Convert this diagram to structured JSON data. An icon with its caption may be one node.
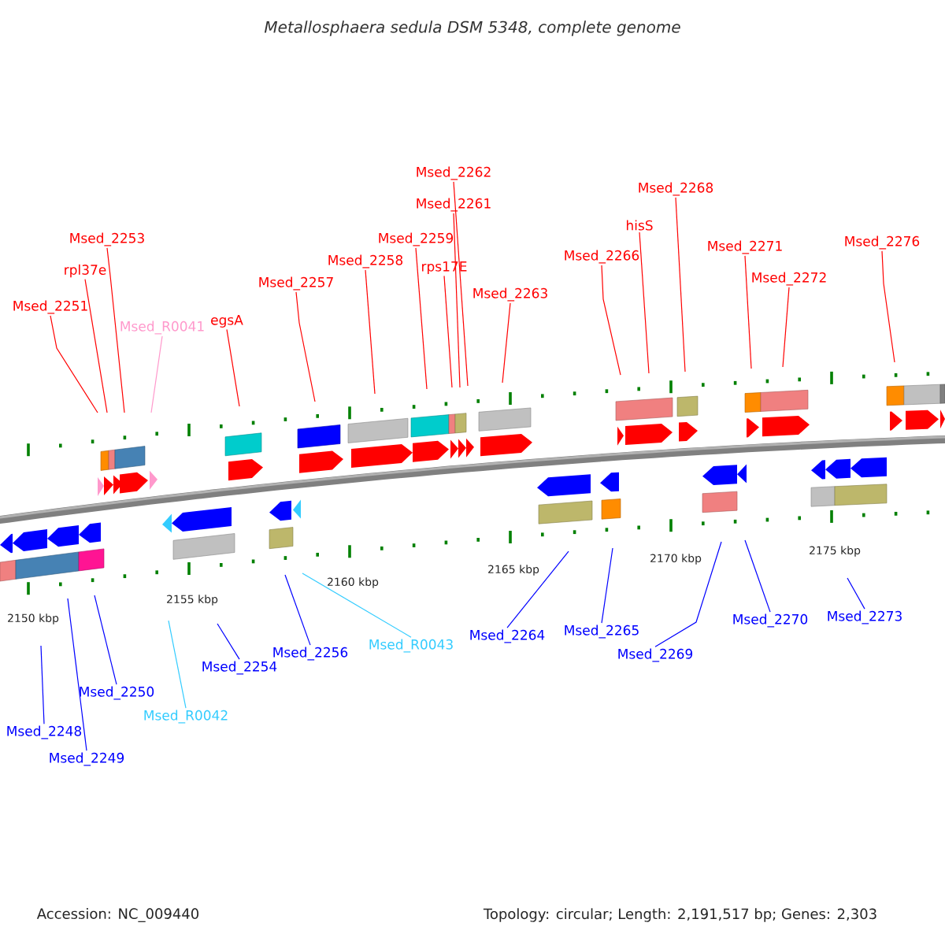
{
  "diagram": {
    "title": "Metallosphaera sedula DSM 5348, complete genome",
    "nodes": [
      {
        "text": [
          "Msed_2251"
        ]
      },
      {
        "text": [
          "rpl37e"
        ]
      },
      {
        "text": [
          "Msed_2253"
        ]
      },
      {
        "text": [
          "Msed_R0041"
        ]
      },
      {
        "text": [
          "egsA"
        ]
      },
      {
        "text": [
          "Msed_2257"
        ]
      },
      {
        "text": [
          "Msed_2258"
        ]
      },
      {
        "text": [
          "Msed_2259"
        ]
      },
      {
        "text": [
          "rps17E"
        ]
      },
      {
        "text": [
          "Msed_2261"
        ]
      },
      {
        "text": [
          "Msed_2262"
        ]
      },
      {
        "text": [
          "Msed_2263"
        ]
      },
      {
        "text": [
          "Msed_2266"
        ]
      },
      {
        "text": [
          "hisS"
        ]
      },
      {
        "text": [
          "Msed_2268"
        ]
      },
      {
        "text": [
          "Msed_2271"
        ]
      },
      {
        "text": [
          "Msed_2272"
        ]
      },
      {
        "text": [
          "Msed_2276"
        ]
      },
      {
        "text": [
          "Msed_2248"
        ]
      },
      {
        "text": [
          "Msed_2249"
        ]
      },
      {
        "text": [
          "Msed_2250"
        ]
      },
      {
        "text": [
          "Msed_R0042"
        ]
      },
      {
        "text": [
          "Msed_2254"
        ]
      },
      {
        "text": [
          "Msed_2256"
        ]
      },
      {
        "text": [
          "Msed_R0043"
        ]
      },
      {
        "text": [
          "Msed_2264"
        ]
      },
      {
        "text": [
          "Msed_2265"
        ]
      },
      {
        "text": [
          "Msed_2269"
        ]
      },
      {
        "text": [
          "Msed_2270"
        ]
      },
      {
        "text": [
          "Msed_2273"
        ]
      }
    ],
    "edges": [
      {
        "from": 0,
        "to": null,
        "arrow": "none"
      },
      {
        "from": 1,
        "to": null,
        "arrow": "none"
      },
      {
        "from": 2,
        "to": null,
        "arrow": "none"
      },
      {
        "from": 3,
        "to": null,
        "arrow": "none",
        "color": "#ff99cc"
      },
      {
        "from": 4,
        "to": null,
        "arrow": "none"
      },
      {
        "from": 5,
        "to": null,
        "arrow": "none"
      },
      {
        "from": 6,
        "to": null,
        "arrow": "none"
      },
      {
        "from": 7,
        "to": null,
        "arrow": "none"
      },
      {
        "from": 8,
        "to": null,
        "arrow": "none"
      },
      {
        "from": 9,
        "to": null,
        "arrow": "none"
      },
      {
        "from": 10,
        "to": null,
        "arrow": "none"
      },
      {
        "from": 11,
        "to": null,
        "arrow": "none"
      },
      {
        "from": 12,
        "to": null,
        "arrow": "none"
      },
      {
        "from": 13,
        "to": null,
        "arrow": "none"
      },
      {
        "from": 14,
        "to": null,
        "arrow": "none"
      },
      {
        "from": 15,
        "to": null,
        "arrow": "none"
      },
      {
        "from": 16,
        "to": null,
        "arrow": "none"
      },
      {
        "from": 17,
        "to": null,
        "arrow": "none"
      },
      {
        "from": 18,
        "to": null,
        "arrow": "none",
        "color": "#0000ff"
      },
      {
        "from": 19,
        "to": null,
        "arrow": "none",
        "color": "#0000ff"
      },
      {
        "from": 20,
        "to": null,
        "arrow": "none",
        "color": "#0000ff"
      },
      {
        "from": 21,
        "to": null,
        "arrow": "none",
        "color": "#33ccff"
      },
      {
        "from": 22,
        "to": null,
        "arrow": "none",
        "color": "#0000ff"
      },
      {
        "from": 23,
        "to": null,
        "arrow": "none",
        "color": "#0000ff"
      },
      {
        "from": 24,
        "to": null,
        "arrow": "none",
        "color": "#33ccff"
      },
      {
        "from": 25,
        "to": null,
        "arrow": "none",
        "color": "#0000ff"
      },
      {
        "from": 26,
        "to": null,
        "arrow": "none",
        "color": "#0000ff"
      },
      {
        "from": 27,
        "to": null,
        "arrow": "none",
        "color": "#0000ff"
      },
      {
        "from": 28,
        "to": null,
        "arrow": "none",
        "color": "#0000ff"
      },
      {
        "from": 29,
        "to": null,
        "arrow": "none",
        "color": "#0000ff"
      }
    ],
    "labels": [
      "2150 kbp",
      "2155 kbp",
      "2160 kbp",
      "2165 kbp",
      "2170 kbp",
      "2175 kbp",
      "Accession: NC_009440",
      "Topology: circular; Length: 2,191,517 bp; Genes: 2,303"
    ]
  }
}
